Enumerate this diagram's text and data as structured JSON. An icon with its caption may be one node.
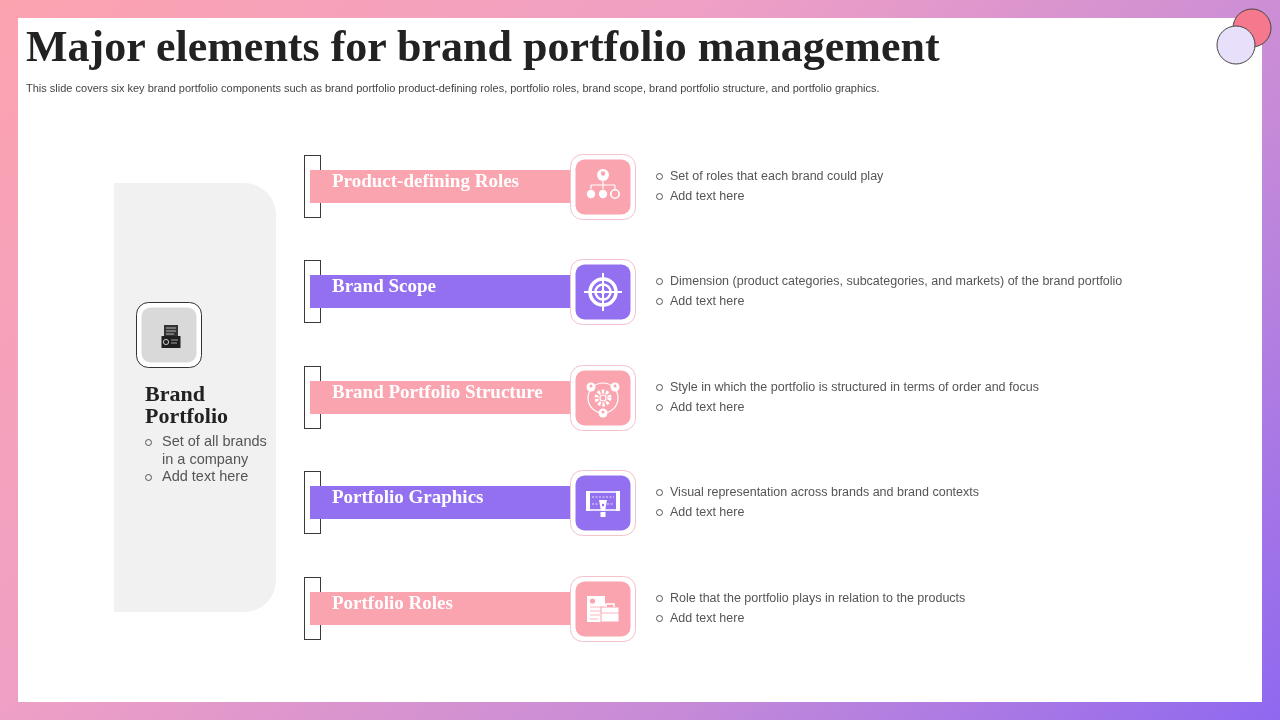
{
  "diagram": {
    "title": "Major elements for brand portfolio management",
    "nodes": [
      {
        "text": [
          "Brand Portfolio",
          "Set of all brands in a company",
          "Add text here"
        ]
      },
      {
        "text": [
          "Product-defining Roles"
        ],
        "beside": [
          "Set of roles that each brand could play",
          "Add text here"
        ]
      },
      {
        "text": [
          "Brand Scope"
        ],
        "beside": [
          "Dimension (product categories, subcategories, and markets) of the brand portfolio",
          "Add text here"
        ]
      },
      {
        "text": [
          "Brand Portfolio Structure"
        ],
        "beside": [
          "Style in which the portfolio is structured in terms of order and focus",
          "Add text here"
        ]
      },
      {
        "text": [
          "Portfolio Graphics"
        ],
        "beside": [
          "Visual representation across brands and brand contexts",
          "Add text here"
        ]
      },
      {
        "text": [
          "Portfolio Roles"
        ],
        "beside": [
          "Role that the portfolio plays in relation to the products",
          "Add text here"
        ]
      }
    ],
    "labels": [
      "This slide covers six key brand portfolio components such as brand portfolio product-defining roles, portfolio roles, brand scope, brand portfolio structure, and portfolio graphics."
    ]
  }
}
